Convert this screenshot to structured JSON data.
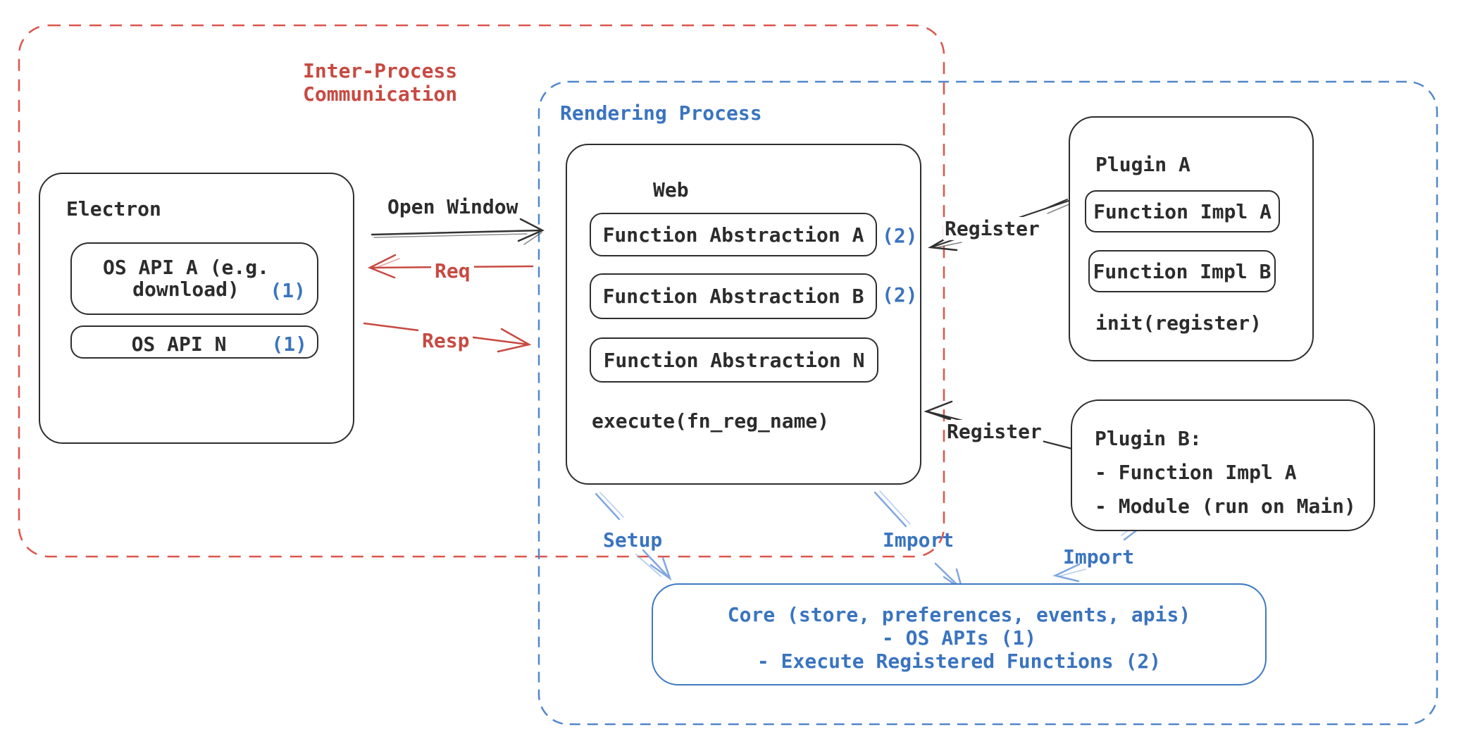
{
  "colors": {
    "red": "#c74a42",
    "red_dash": "#dc554b",
    "blue": "#3a74bf",
    "blue_dash": "#5187ca",
    "arrow_blue": "#7fa7e0",
    "ink": "#2e2e2e"
  },
  "ipc_region": {
    "label_line1": "Inter-Process",
    "label_line2": "Communication"
  },
  "rendering_region": {
    "label": "Rendering Process"
  },
  "electron_box": {
    "title": "Electron",
    "api_a_line1": "OS API A (e.g.",
    "api_a_line2": "download)",
    "api_a_ref": "(1)",
    "api_n_label": "OS API N",
    "api_n_ref": "(1)"
  },
  "web_box": {
    "title": "Web",
    "abstraction_a": "Function Abstraction A",
    "abstraction_a_ref": "(2)",
    "abstraction_b": "Function Abstraction B",
    "abstraction_b_ref": "(2)",
    "abstraction_n": "Function Abstraction N",
    "execute_label": "execute(fn_reg_name)"
  },
  "plugin_a_box": {
    "title": "Plugin A",
    "impl_a": "Function Impl A",
    "impl_b": "Function Impl B",
    "init_label": "init(register)"
  },
  "plugin_b_box": {
    "title": "Plugin B:",
    "item_1": "- Function Impl A",
    "item_2": "- Module (run on Main)"
  },
  "core_box": {
    "line1": "Core (store, preferences, events, apis)",
    "line2": "- OS APIs (1)",
    "line3": "- Execute Registered Functions (2)"
  },
  "arrow_labels": {
    "open_window": "Open Window",
    "req": "Req",
    "resp": "Resp",
    "register_plugin_a": "Register",
    "register_plugin_b": "Register",
    "setup": "Setup",
    "import_web_core": "Import",
    "import_plugin_b_core": "Import"
  }
}
